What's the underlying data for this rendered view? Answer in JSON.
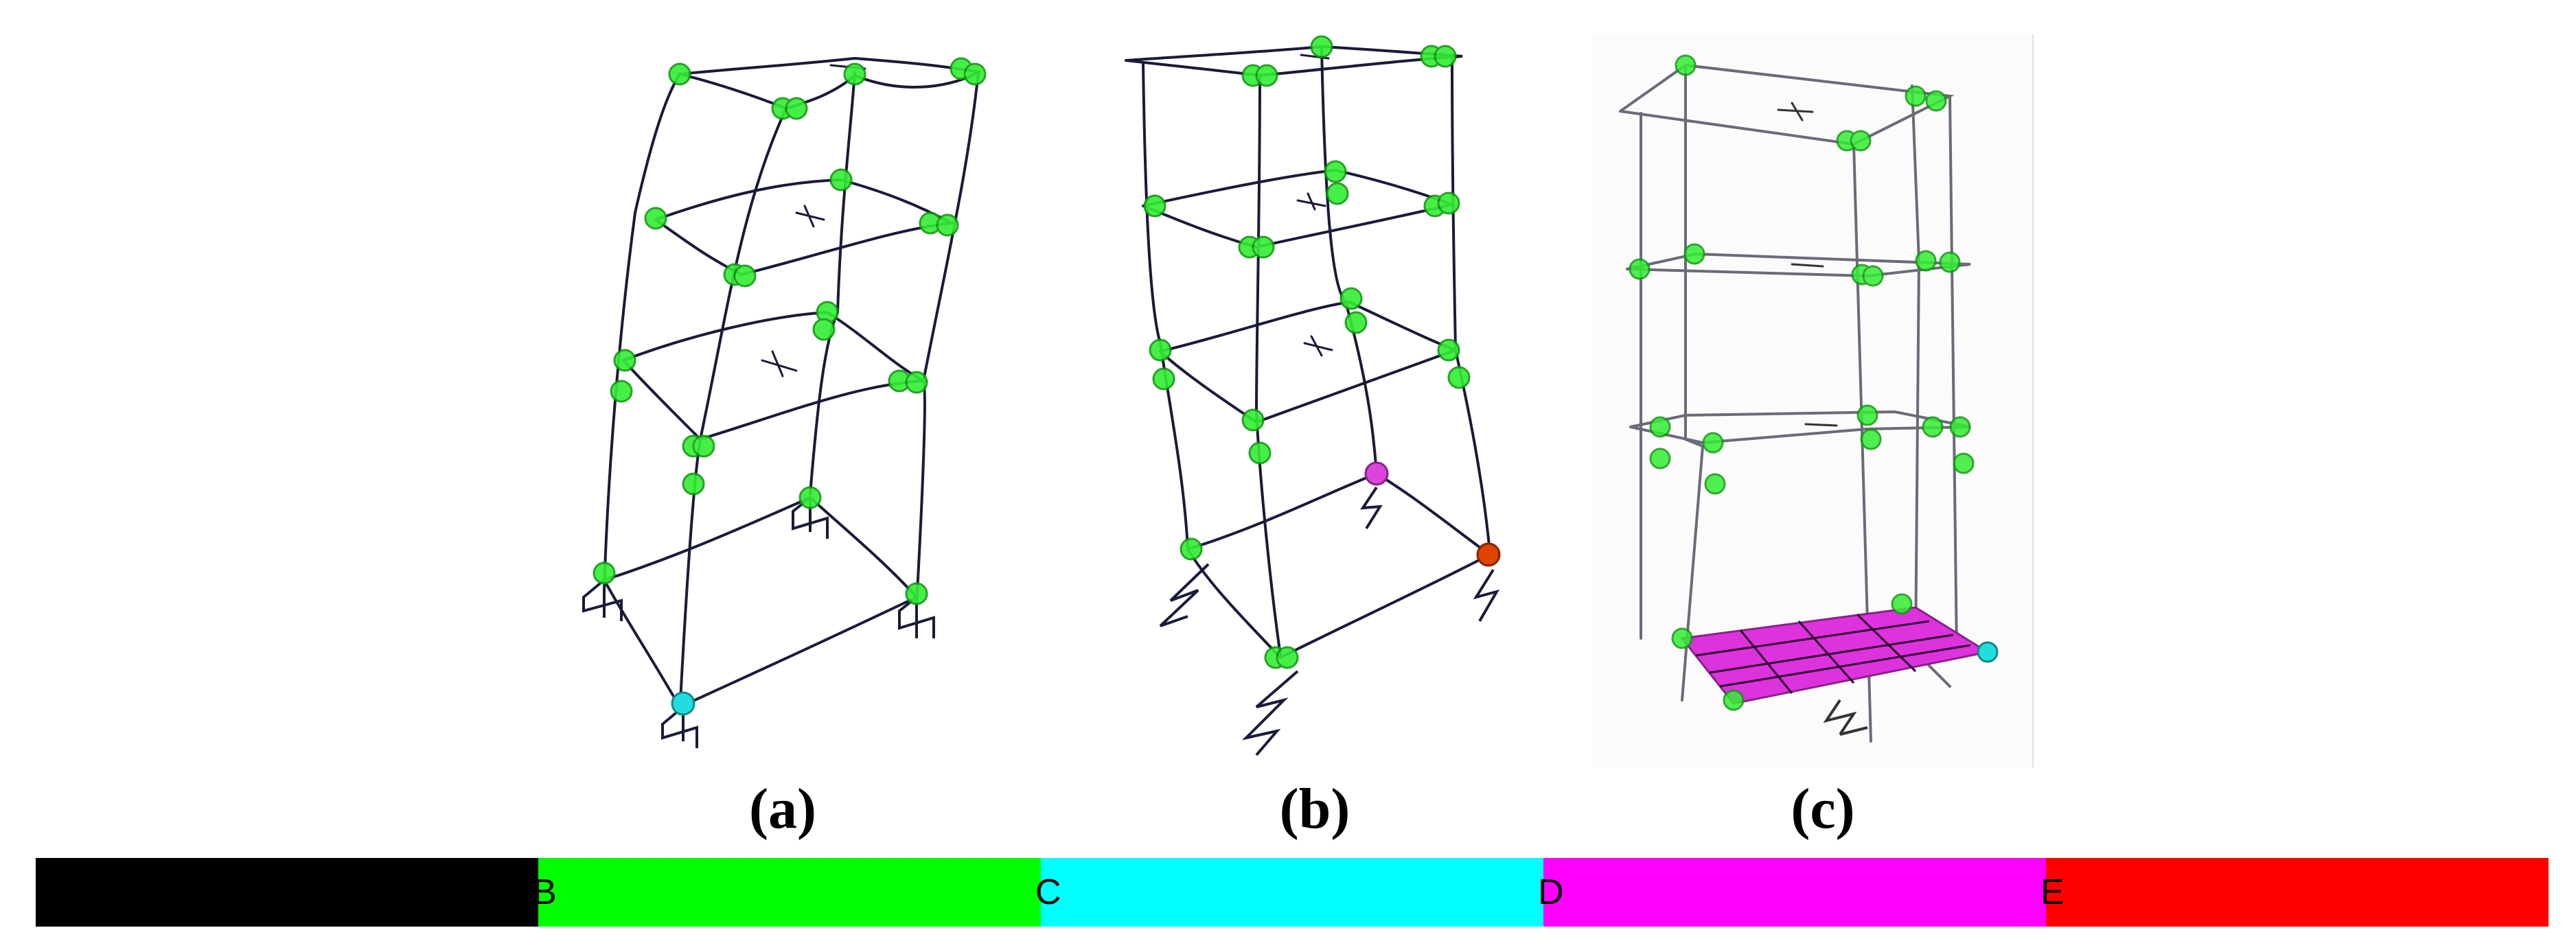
{
  "panels": [
    {
      "id": "a",
      "label": "(a)"
    },
    {
      "id": "b",
      "label": "(b)"
    },
    {
      "id": "c",
      "label": "(c)"
    }
  ],
  "legend": {
    "segments": [
      {
        "label": "",
        "color": "#000000"
      },
      {
        "label": "B",
        "color": "#00ff00"
      },
      {
        "label": "C",
        "color": "#00ffff"
      },
      {
        "label": "D",
        "color": "#ff00ff"
      },
      {
        "label": "E",
        "color": "#ff0000"
      }
    ]
  },
  "colors": {
    "frame_line": "#1a1a3a",
    "frame_line_c": "#6a6a7a",
    "hinge_B": "#33ee33",
    "hinge_C": "#22dddd",
    "hinge_D": "#dd44dd",
    "hinge_E": "#dd3300",
    "slab": "#dd33dd"
  }
}
